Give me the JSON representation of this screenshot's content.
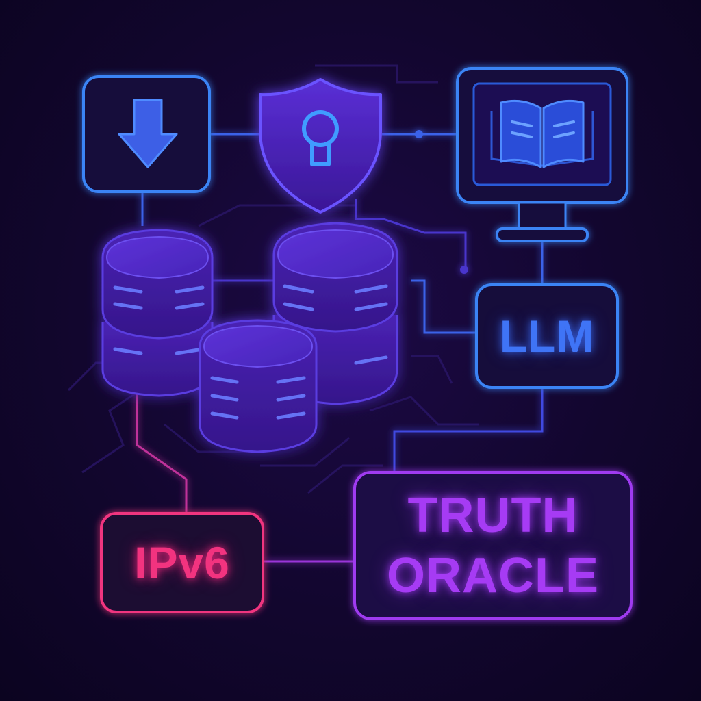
{
  "nodes": {
    "llm": {
      "label": "LLM"
    },
    "ipv6": {
      "label": "IPv6"
    },
    "truth_oracle": {
      "line1": "TRUTH",
      "line2": "ORACLE"
    }
  },
  "icons": [
    "download-arrow-icon",
    "shield-keyhole-icon",
    "monitor-book-icon",
    "server-stack-icon"
  ],
  "colors": {
    "background": "#12062e",
    "blue_accent": "#3f74f6",
    "violet_accent": "#a63bf4",
    "pink_accent": "#f2337f",
    "server_purple": "#4a22b4"
  }
}
